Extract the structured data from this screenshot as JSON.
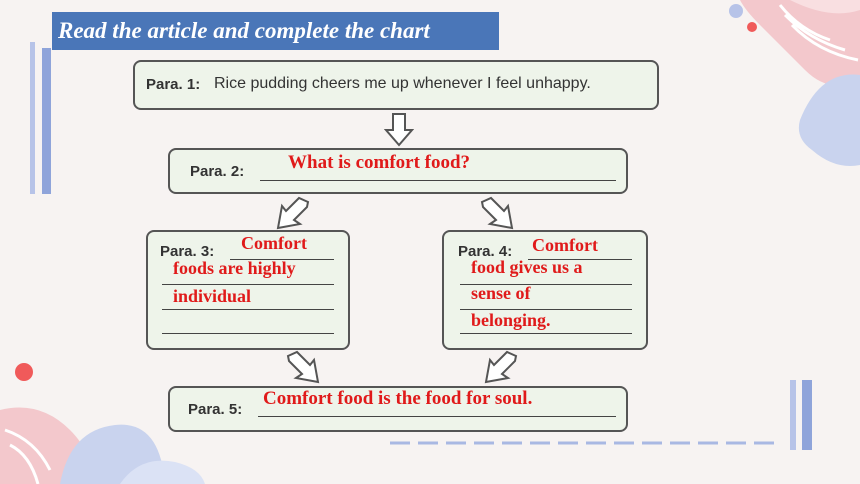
{
  "header": {
    "title": "Read the article and complete the chart"
  },
  "chart": {
    "para1": {
      "label": "Para. 1:",
      "text": "Rice pudding cheers me up whenever I feel unhappy."
    },
    "para2": {
      "label": "Para. 2:",
      "answer": "What is comfort food?"
    },
    "para3": {
      "label": "Para. 3:",
      "answer_lines": [
        "Comfort",
        "foods are highly",
        "individual"
      ]
    },
    "para4": {
      "label": "Para. 4:",
      "answer_lines": [
        "Comfort",
        "food gives us a",
        "sense of",
        "belonging."
      ]
    },
    "para5": {
      "label": "Para. 5:",
      "answer": "Comfort food is the food for soul."
    }
  },
  "colors": {
    "answer": "#e01a1a",
    "title_bg": "#4a76b8",
    "box_bg": "#eef4ea"
  }
}
